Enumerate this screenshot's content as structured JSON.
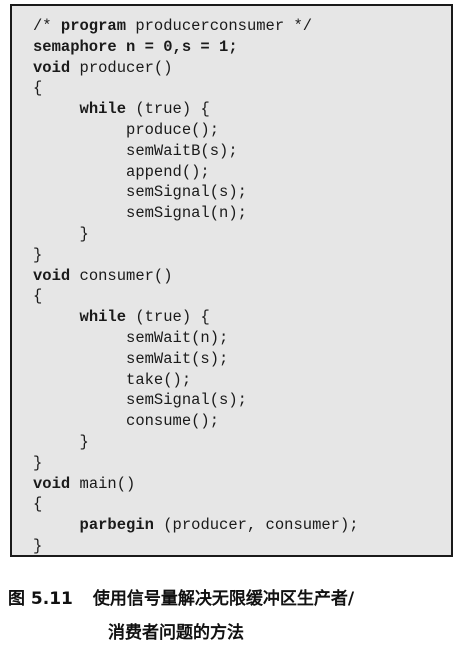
{
  "code": {
    "lines": [
      [
        {
          "t": "/* "
        },
        {
          "t": "program",
          "b": true
        },
        {
          "t": " producerconsumer */"
        }
      ],
      [
        {
          "t": "semaphore n = 0,s = 1;",
          "b": true
        }
      ],
      [
        {
          "t": "void",
          "b": true
        },
        {
          "t": " producer()"
        }
      ],
      [
        {
          "t": "{"
        }
      ],
      [
        {
          "t": "     "
        },
        {
          "t": "while",
          "b": true
        },
        {
          "t": " (true) {"
        }
      ],
      [
        {
          "t": "          produce();"
        }
      ],
      [
        {
          "t": "          semWaitB(s);"
        }
      ],
      [
        {
          "t": "          append();"
        }
      ],
      [
        {
          "t": "          semSignal(s);"
        }
      ],
      [
        {
          "t": "          semSignal(n);"
        }
      ],
      [
        {
          "t": "     }"
        }
      ],
      [
        {
          "t": "}"
        }
      ],
      [
        {
          "t": "void",
          "b": true
        },
        {
          "t": " consumer()"
        }
      ],
      [
        {
          "t": "{"
        }
      ],
      [
        {
          "t": "     "
        },
        {
          "t": "while",
          "b": true
        },
        {
          "t": " (true) {"
        }
      ],
      [
        {
          "t": "          semWait(n);"
        }
      ],
      [
        {
          "t": "          semWait(s);"
        }
      ],
      [
        {
          "t": "          take();"
        }
      ],
      [
        {
          "t": "          semSignal(s);"
        }
      ],
      [
        {
          "t": "          consume();"
        }
      ],
      [
        {
          "t": "     }"
        }
      ],
      [
        {
          "t": "}"
        }
      ],
      [
        {
          "t": "void",
          "b": true
        },
        {
          "t": " main()"
        }
      ],
      [
        {
          "t": "{"
        }
      ],
      [
        {
          "t": "     "
        },
        {
          "t": "parbegin",
          "b": true
        },
        {
          "t": " (producer, consumer);"
        }
      ],
      [
        {
          "t": "}"
        }
      ]
    ]
  },
  "caption": {
    "figure_number": "图 5.11",
    "line1": "使用信号量解决无限缓冲区生产者/",
    "line2": "消费者问题的方法"
  }
}
